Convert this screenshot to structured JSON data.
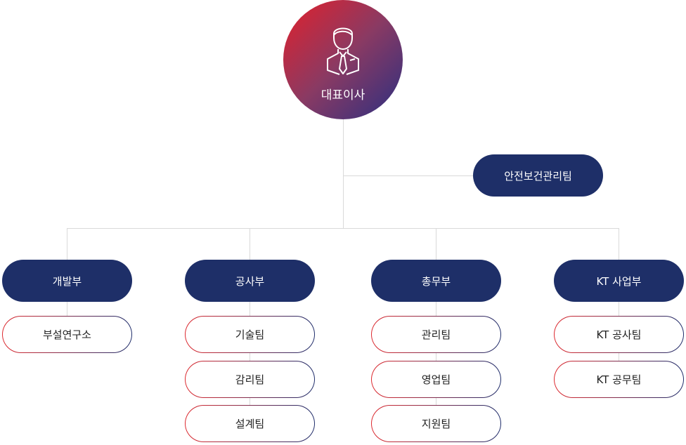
{
  "ceo": {
    "label": "대표이사",
    "icon": "businessman-icon"
  },
  "safety_team": {
    "label": "안전보건관리팀"
  },
  "departments": [
    {
      "label": "개발부",
      "teams": [
        "부설연구소"
      ]
    },
    {
      "label": "공사부",
      "teams": [
        "기술팀",
        "감리팀",
        "설계팀"
      ]
    },
    {
      "label": "총무부",
      "teams": [
        "관리팀",
        "영업팀",
        "지원팀"
      ]
    },
    {
      "label": "KT 사업부",
      "teams": [
        "KT 공사팀",
        "KT 공무팀"
      ]
    }
  ],
  "colors": {
    "navy": "#1e2f68",
    "red": "#e3202b",
    "line": "#d9d9d9"
  }
}
